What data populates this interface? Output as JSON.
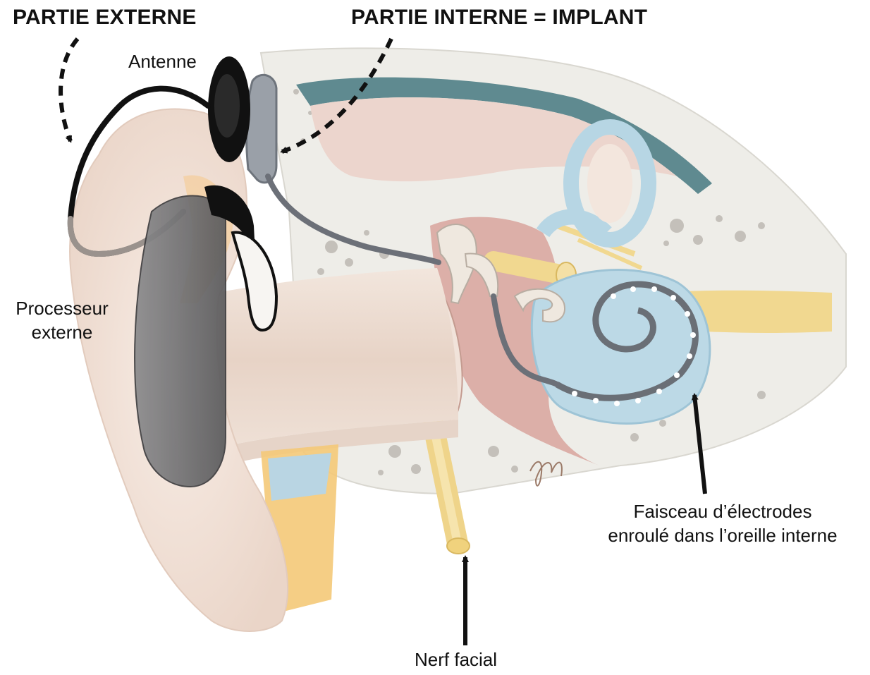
{
  "headings": {
    "external": "PARTIE EXTERNE",
    "internal": "PARTIE INTERNE = IMPLANT"
  },
  "labels": {
    "antenna": "Antenne",
    "processor_line1": "Processeur",
    "processor_line2": "externe",
    "electrodes_line1": "Faisceau d’électrodes",
    "electrodes_line2": "enroulé dans l’oreille interne",
    "facial_nerve": "Nerf facial"
  },
  "signature": "gm",
  "colors": {
    "skin": "#f3e6dd",
    "bone": "#ecebe6",
    "bone_speckle": "#9a948c",
    "cochlea": "#bcd9e6",
    "nerve": "#f1d890",
    "muscle": "#d99a94",
    "implant": "#9aa0a8",
    "processor": "#6e6e70",
    "antenna": "#111111",
    "arrow": "#111111"
  }
}
